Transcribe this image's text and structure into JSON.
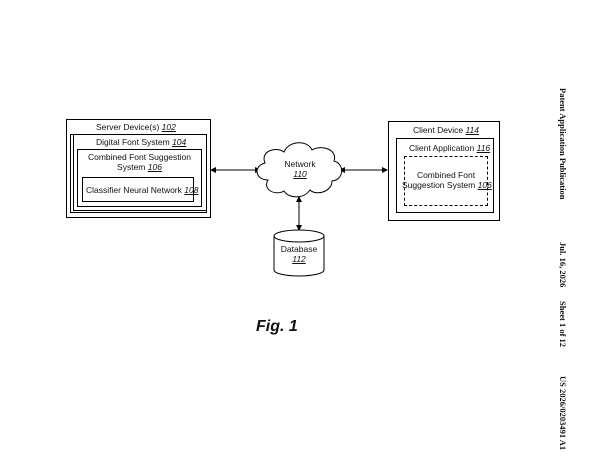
{
  "figure_label": "Fig. 1",
  "server": {
    "title": "Server Device(s)",
    "num": "102",
    "digital_font": {
      "title": "Digital Font System",
      "num": "104"
    },
    "combined": {
      "line1": "Combined Font Suggestion",
      "line2": "System",
      "num": "106"
    },
    "classifier": {
      "title": "Classifier Neural Network",
      "num": "108"
    }
  },
  "network": {
    "title": "Network",
    "num": "110"
  },
  "database": {
    "title": "Database",
    "num": "112"
  },
  "client": {
    "title": "Client Device",
    "num": "114",
    "app": {
      "title": "Client Application",
      "num": "116"
    },
    "combined": {
      "line1": "Combined Font",
      "line2": "Suggestion System",
      "num": "106"
    }
  },
  "header": {
    "publication": "Patent Application Publication",
    "date": "Jul. 16, 2026",
    "sheet": "Sheet 1 of 12",
    "number": "US 2026/0203491 A1"
  }
}
